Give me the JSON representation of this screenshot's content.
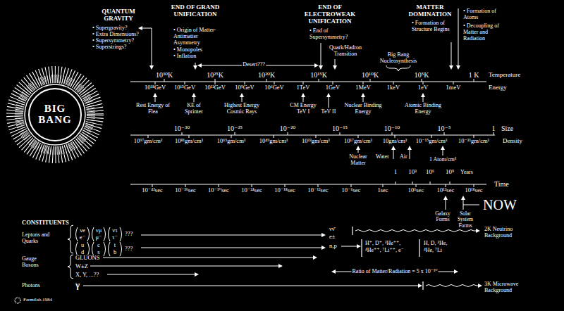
{
  "diagram": {
    "nodes": [
      {
        "text": [
          "BIG BANG"
        ]
      }
    ],
    "labels": [
      "QUANTUM GRAVITY",
      "• Supergravity?",
      "• Extra Dimensions?",
      "• Supersymmetry?",
      "• Superstrings?",
      "END OF GRAND UNIFICATION",
      "• Origin of Matter-Antimatter Asymmetry",
      "• Monopoles",
      "• Inflation",
      "Desert???",
      "END OF ELECTROWEAK UNIFICATION",
      "• End of Supersymmetry?",
      "Quark/Hadron Transition",
      "Big Bang Nucleosynthesis",
      "MATTER DOMINATION",
      "• Formation of Structure Begins",
      "• Formation of Atoms",
      "• Decoupling of Matter and Radiation",
      "10³⁰K",
      "10²⁵K",
      "10²⁰K",
      "10¹⁵K",
      "10¹⁰K",
      "10⁵K",
      "1 K",
      "Temperature",
      "10¹⁸GeV",
      "10¹⁵GeV",
      "10¹²GeV",
      "10⁹GeV",
      "10⁶GeV",
      "1TeV",
      "1GeV",
      "1MeV",
      "1keV",
      "1eV",
      "1meV",
      "Energy",
      "Rest Energy of Flea",
      "KE of Sprinter",
      "Highest Energy Cosmic Rays",
      "CM Energy TeV I",
      "TeV II",
      "Nuclear Binding Energy",
      "Atomic Binding Energy",
      "10⁻³⁰",
      "10⁻²⁵",
      "10⁻²⁰",
      "10⁻¹⁵",
      "10⁻¹⁰",
      "10⁻⁵",
      "1",
      "Size",
      "10⁹⁷gm/cm³",
      "10⁸¹gm/cm³",
      "10⁶⁵gm/cm³",
      "10⁴⁹gm/cm³",
      "10³³gm/cm³",
      "10¹⁷gm/cm³",
      "10gm/cm³",
      "10⁻¹⁵gm/cm³",
      "10⁻³¹gm/cm³",
      "Density",
      "Nuclear Matter",
      "Water",
      "Air",
      "1 Atom/cm³",
      "1",
      "10³",
      "10⁶",
      "10⁹",
      "Years",
      "10⁻⁴²sec",
      "10⁻³⁶sec",
      "10⁻³⁰sec",
      "10⁻²⁴sec",
      "10⁻¹⁸sec",
      "10⁻¹²sec",
      "10⁻⁶sec",
      "1sec",
      "10⁶sec",
      "10¹²sec",
      "10¹⁸sec",
      "Time",
      "Galaxy Forms",
      "Solar System Forms",
      "NOW",
      "CONSTITUENTS",
      "Leptons and Quarks",
      "νe",
      "e⁻",
      "νμ",
      "μ⁻",
      "ντ",
      "τ⁻",
      "???",
      "u",
      "d",
      "c",
      "s",
      "t",
      "b",
      "???",
      "νν̄",
      "e±",
      "n,p",
      "2K Neutrino Background",
      "H⁺, D⁺, ³He⁺⁺,",
      "⁴He⁺⁺, ⁷Li⁺⁺, e⁻",
      "H, D, ³He,",
      "⁴He, ⁷Li",
      "Gauge Bosons",
      "GLUONS",
      "W±Z",
      "X, Y, ...??",
      "Ratio of Matter/Radiation = 5 x 10⁻¹⁰",
      "Photons",
      "γ",
      "3K Microwave Background",
      "Fermilab.1984"
    ]
  }
}
